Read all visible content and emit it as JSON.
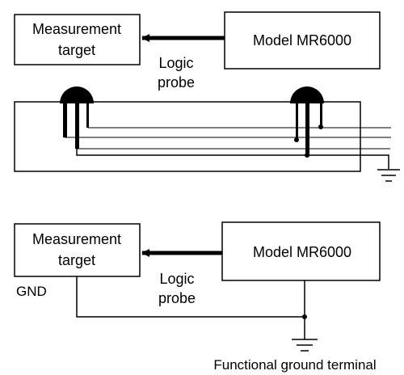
{
  "top_diagram": {
    "target_line1": "Measurement",
    "target_line2": "target",
    "device_label": "Model MR6000",
    "probe_line1": "Logic",
    "probe_line2": "probe"
  },
  "bottom_diagram": {
    "target_line1": "Measurement",
    "target_line2": "target",
    "device_label": "Model MR6000",
    "probe_line1": "Logic",
    "probe_line2": "probe",
    "gnd_label": "GND",
    "ground_terminal_label": "Functional ground terminal"
  }
}
